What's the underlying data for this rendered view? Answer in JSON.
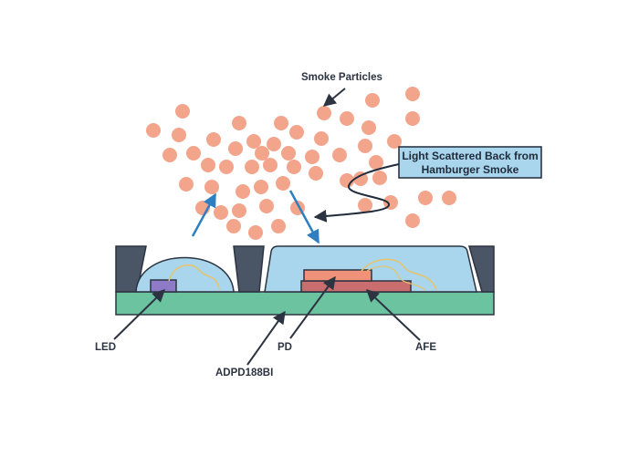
{
  "labels": {
    "smoke_particles": "Smoke Particles",
    "callout_line1": "Light Scattered Back from",
    "callout_line2": "Hamburger Smoke",
    "led": "LED",
    "pd": "PD",
    "afe": "AFE",
    "device": "ADPD188BI"
  },
  "colors": {
    "particle": "#f3a58c",
    "board": "#6cc3a0",
    "housing": "#4a5566",
    "lens": "#a9d6ec",
    "pd_chip": "#f0927a",
    "afe_chip": "#c96d6f",
    "led_chip": "#8e7bc7",
    "arrow_blue": "#2f7fc0",
    "callout_bg": "#a9d6ec",
    "wire": "#e8c46a"
  }
}
